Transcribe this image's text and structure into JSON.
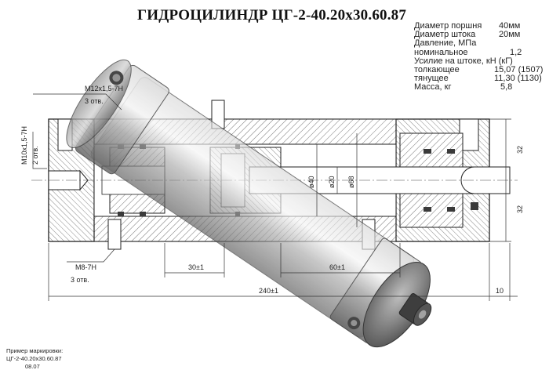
{
  "title": "ГИДРОЦИЛИНДР ЦГ-2-40.20х30.60.87",
  "specs": [
    {
      "label": "Диаметр поршня",
      "value": "40мм"
    },
    {
      "label": "Диаметр штока",
      "value": "20мм"
    },
    {
      "label": "Давление, МПа",
      "value": ""
    },
    {
      "label": "номинальное",
      "value": "1,2"
    },
    {
      "label": "Усилие на штоке, кН (кГ)",
      "value": ""
    },
    {
      "label": "толкающее",
      "value": "15,07 (1507)"
    },
    {
      "label": "тянущее",
      "value": "11,30 (1130)"
    },
    {
      "label": "Масса, кг",
      "value": "5,8"
    }
  ],
  "dimensions": {
    "m12": "М12х1,5-7Н",
    "holes3_top": "3 отв.",
    "m10": "М10х1,5-7Н",
    "holes2": "2 отв.",
    "m8": "М8-7Н",
    "holes3_bottom": "3 отв.",
    "d40": "ø40",
    "d20": "ø20",
    "d68": "ø68",
    "d30": "30±1",
    "d60": "60±1",
    "d240": "240±1",
    "d10": "10",
    "d32a": "32",
    "d32b": "32"
  },
  "marking": {
    "heading": "Пример маркировки:",
    "code": "ЦГ-2-40.20х30.60.87",
    "date": "08.07"
  }
}
